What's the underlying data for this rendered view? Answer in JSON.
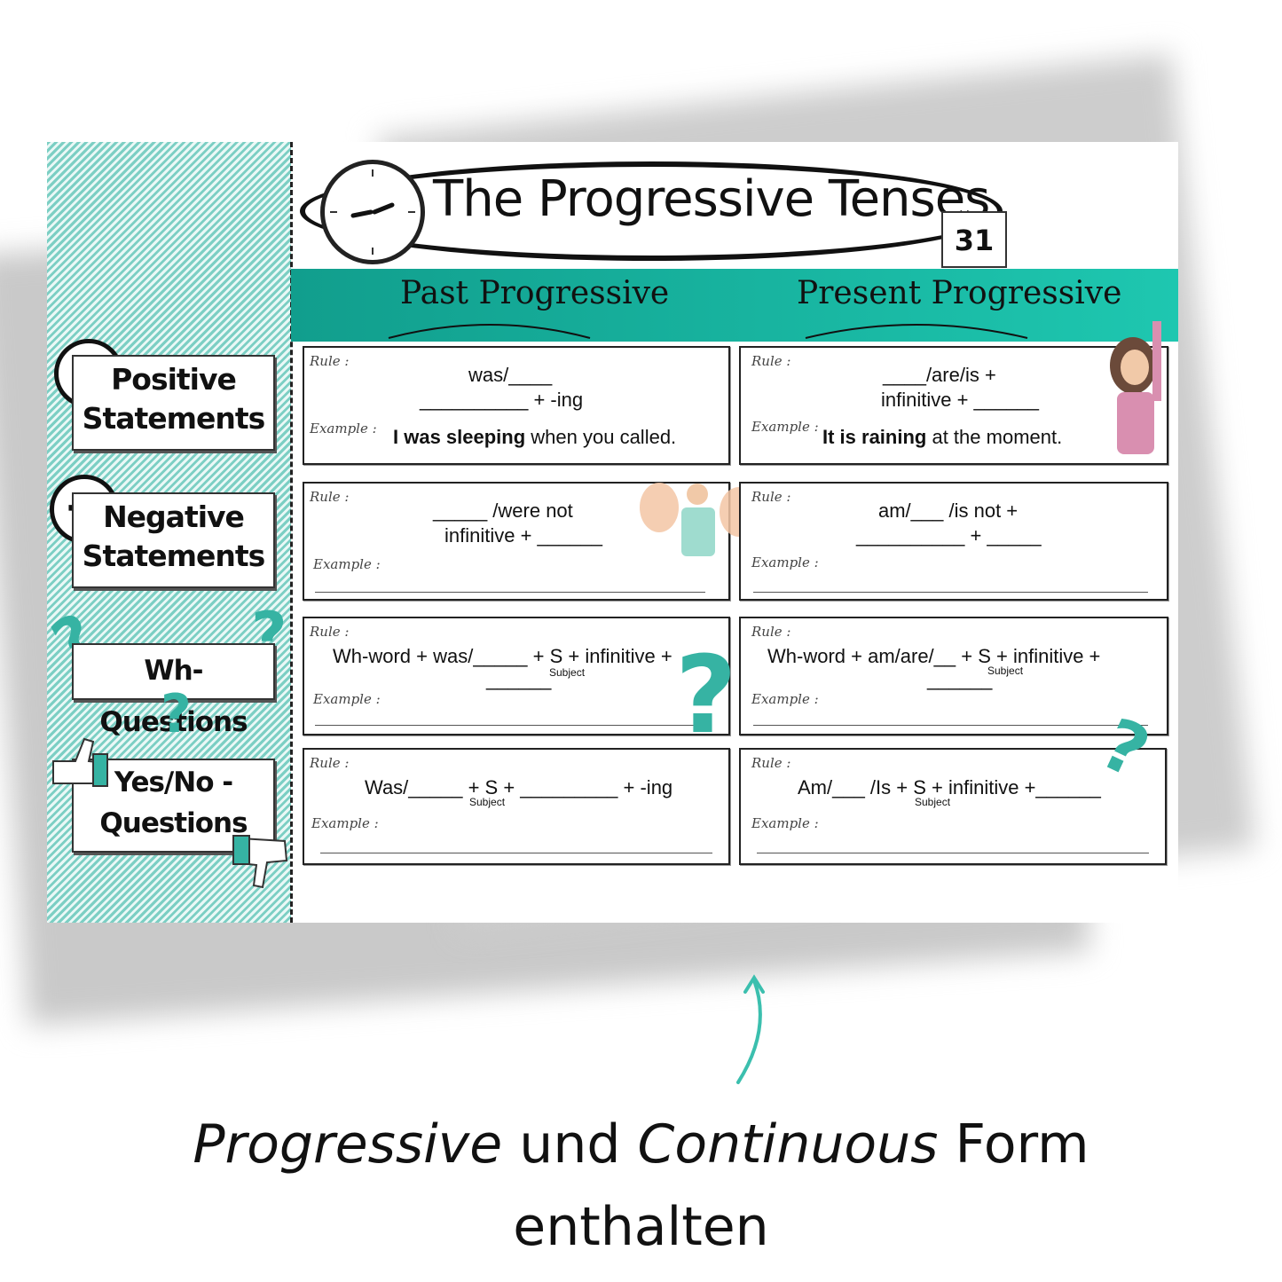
{
  "worksheet": {
    "title": "The Progressive Tenses",
    "calendar_day": "31",
    "columns": [
      "Past Progressive",
      "Present Progressive"
    ],
    "side_labels": {
      "positive": "Positive Statements",
      "negative": "Negative Statements",
      "wh": "Wh-Questions",
      "yesno": "Yes/No - Questions"
    },
    "rule_label": "Rule :",
    "example_label": "Example :",
    "subject_label": "Subject",
    "rows": [
      {
        "past": {
          "rule1": "was/____",
          "rule2": "__________ + -ing",
          "example_bold": "I was sleeping",
          "example_rest": " when you called."
        },
        "present": {
          "rule1": "____/are/is +",
          "rule2": "infinitive + ______",
          "example_bold": "It is raining",
          "example_rest": " at the moment."
        }
      },
      {
        "past": {
          "rule1": "_____ /were not",
          "rule2": "infinitive + ______"
        },
        "present": {
          "rule1": "am/___ /is not +",
          "rule2": "__________  + _____"
        }
      },
      {
        "past": {
          "rule1": "Wh-word + was/_____ + S + infinitive +",
          "rule2": "______"
        },
        "present": {
          "rule1": "Wh-word + am/are/__ + S + infinitive +",
          "rule2": "______"
        }
      },
      {
        "past": {
          "rule1": "Was/_____ + S + _________ + -ing"
        },
        "present": {
          "rule1": "Am/___ /Is + S + infinitive +______"
        }
      }
    ]
  },
  "caption": {
    "part1": "Progressive",
    "part2": " und ",
    "part3": "Continuous",
    "part4": " Form",
    "line2": "enthalten"
  },
  "colors": {
    "teal": "#1ec7b0",
    "arrow": "#3bbfae"
  }
}
